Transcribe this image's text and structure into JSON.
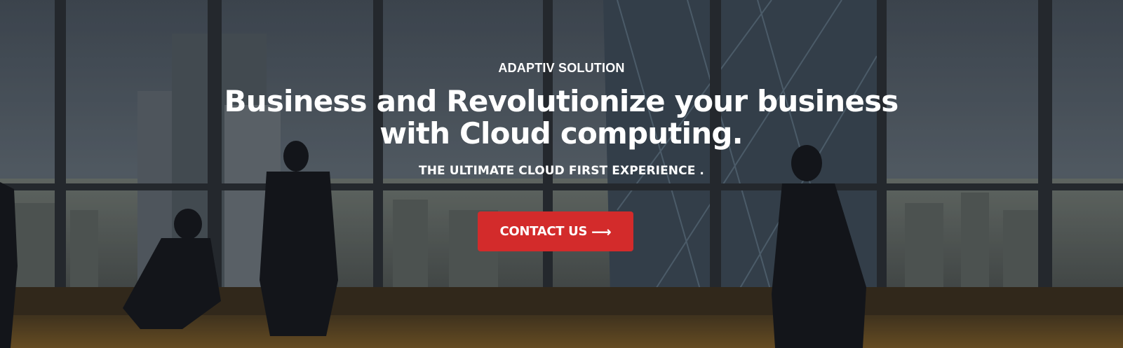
{
  "hero": {
    "eyebrow": "ADAPTIV SOLUTION",
    "headline_line1": "Business and Revolutionize your business",
    "headline_line2": "with Cloud computing.",
    "tagline": "THE ULTIMATE CLOUD FIRST EXPERIENCE .",
    "cta_label": "CONTACT US",
    "cta_icon": "arrow-right-icon",
    "background": "office-window-city-skyline-photo"
  },
  "colors": {
    "cta_background": "#d32b2b",
    "text": "#ffffff"
  }
}
